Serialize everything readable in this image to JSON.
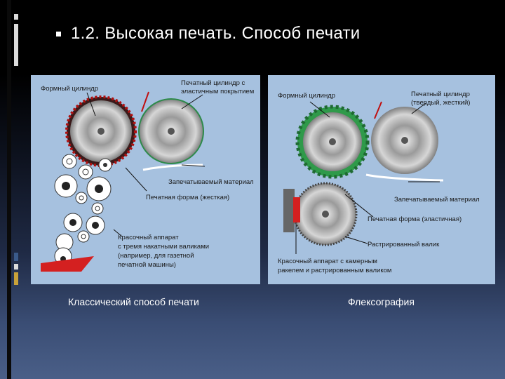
{
  "slide": {
    "title": "1.2. Высокая печать. Способ печати"
  },
  "left_figure": {
    "labels": {
      "plate_cylinder": "Формный цилиндр",
      "impression_line1": "Печатный цилиндр с",
      "impression_line2": "эластичным покрытием",
      "substrate": "Запечатываемый материал",
      "printing_plate": "Печатная форма (жесткая)",
      "inking_line1": "Красочный аппарат",
      "inking_line2": "с тремя накатными валиками",
      "inking_line3": "(например, для газетной",
      "inking_line4": "печатной машины)"
    },
    "caption": "Классический способ печати"
  },
  "right_figure": {
    "labels": {
      "plate_cylinder": "Формный цилиндр",
      "impression_line1": "Печатный цилиндр",
      "impression_line2": "(твердый, жесткий)",
      "substrate": "Запечатываемый материал",
      "printing_plate": "Печатная форма (эластичная)",
      "anilox": "Растрированный валик",
      "inking_line1": "Красочный аппарат с камерным",
      "inking_line2": "ракелем и растрированным валиком"
    },
    "caption": "Флексография"
  },
  "colors": {
    "panel_bg": "#a6c1df",
    "flexo_plate": "#2f9a4a",
    "ink_red": "#d42020"
  }
}
